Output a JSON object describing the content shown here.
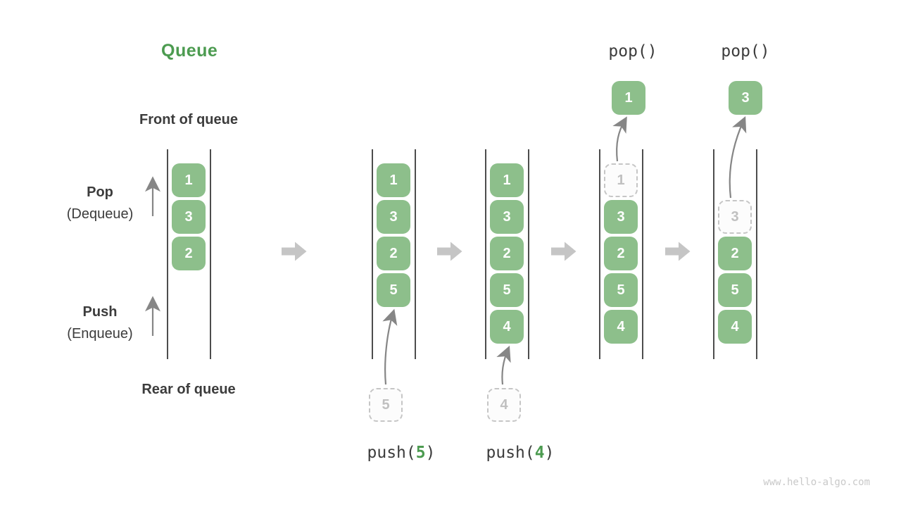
{
  "title": "Queue",
  "labels": {
    "front": "Front of queue",
    "rear": "Rear of queue",
    "pop": "Pop",
    "pop_sub": "(Dequeue)",
    "push": "Push",
    "push_sub": "(Enqueue)"
  },
  "operations": {
    "push5": {
      "prefix": "push(",
      "arg": "5",
      "suffix": ")"
    },
    "push4": {
      "prefix": "push(",
      "arg": "4",
      "suffix": ")"
    },
    "pop1": "pop()",
    "pop2": "pop()"
  },
  "columns": [
    {
      "name": "initial-queue",
      "start_slot": 0,
      "items": [
        {
          "value": "1"
        },
        {
          "value": "3"
        },
        {
          "value": "2"
        }
      ]
    },
    {
      "name": "after-push-5",
      "start_slot": 0,
      "items": [
        {
          "value": "1"
        },
        {
          "value": "3"
        },
        {
          "value": "2"
        },
        {
          "value": "5"
        }
      ],
      "staged": "5"
    },
    {
      "name": "after-push-4",
      "start_slot": 0,
      "items": [
        {
          "value": "1"
        },
        {
          "value": "3"
        },
        {
          "value": "2"
        },
        {
          "value": "5"
        },
        {
          "value": "4"
        }
      ],
      "staged": "4"
    },
    {
      "name": "after-pop-1",
      "start_slot": 0,
      "items": [
        {
          "value": "1",
          "dashed": true
        },
        {
          "value": "3"
        },
        {
          "value": "2"
        },
        {
          "value": "5"
        },
        {
          "value": "4"
        }
      ],
      "popped": "1"
    },
    {
      "name": "after-pop-3",
      "start_slot": 1,
      "items": [
        {
          "value": "3",
          "dashed": true
        },
        {
          "value": "2"
        },
        {
          "value": "5"
        },
        {
          "value": "4"
        }
      ],
      "popped": "3"
    }
  ],
  "colors": {
    "box_green": "#8dbf8b",
    "accent_green": "#4c9b50",
    "text_dark": "#3c3c3c",
    "line_dark": "#4d4d4d",
    "block_arrow": "#c5c5c5",
    "thin_arrow": "#868686",
    "dashed_border": "#c6c6c6",
    "dashed_text": "#c0c0c0",
    "watermark_gray": "#c9c9c9"
  },
  "watermark": "www.hello-algo.com"
}
